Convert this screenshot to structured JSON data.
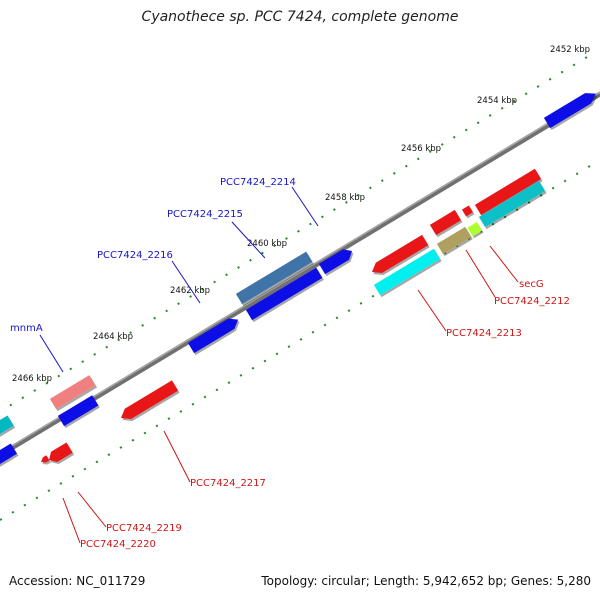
{
  "title": "Cyanothece sp. PCC 7424, complete genome",
  "footer": {
    "accession": "Accession: NC_011729",
    "stats": "Topology: circular; Length: 5,942,652 bp; Genes: 5,280"
  },
  "colors": {
    "backbone": "#808080",
    "tick": "#228b22",
    "forward_label": "#1515c8",
    "reverse_label": "#d01515"
  },
  "ticks": [
    "2452 kbp",
    "2454 kbp",
    "2456 kbp",
    "2458 kbp",
    "2460 kbp",
    "2462 kbp",
    "2464 kbp",
    "2466 kbp"
  ],
  "gene_labels": {
    "forward": [
      "PCC7424_2214",
      "PCC7424_2215",
      "PCC7424_2216",
      "mnmA"
    ],
    "reverse": [
      "secG",
      "PCC7424_2212",
      "PCC7424_2213",
      "PCC7424_2217",
      "PCC7424_2219",
      "PCC7424_2220"
    ]
  }
}
